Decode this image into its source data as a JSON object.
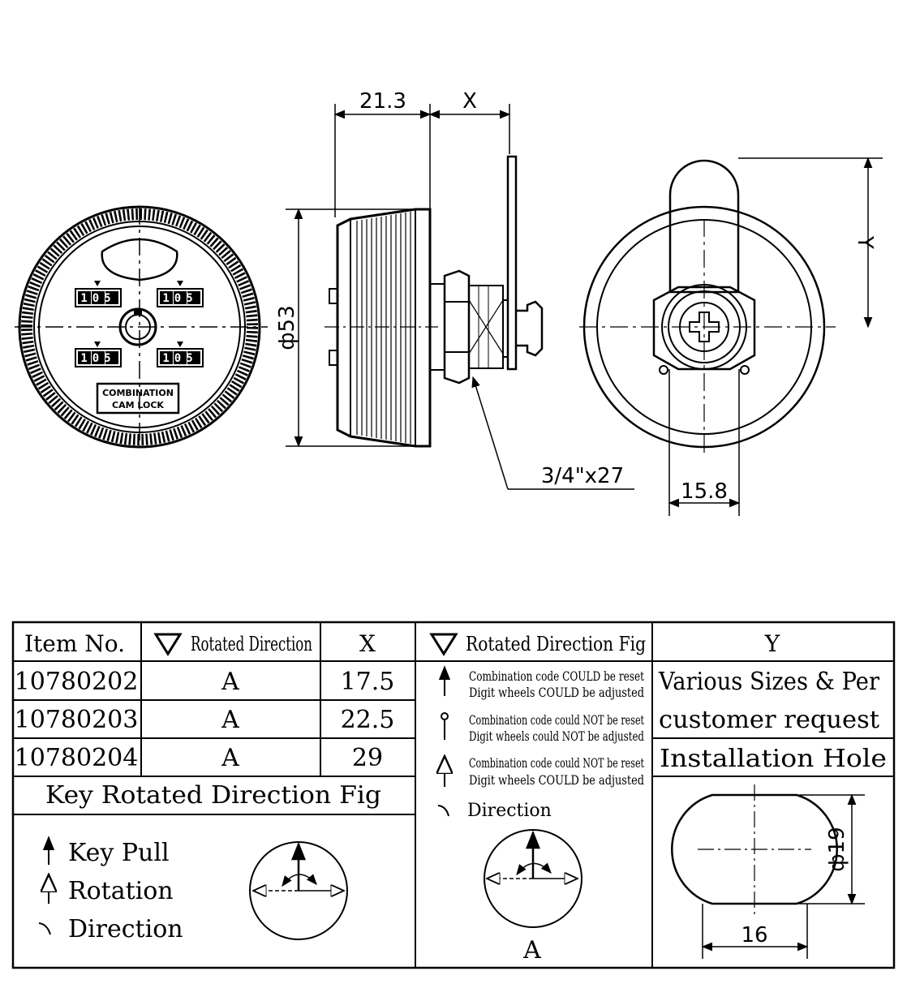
{
  "drawing": {
    "dim_21_3": "21.3",
    "dim_x": "X",
    "dim_53": "ф53",
    "dim_y": "Y",
    "dim_thread": "3/4\"x27",
    "dim_15_8": "15.8",
    "digit_wheels": [
      "105",
      "105",
      "105",
      "105"
    ],
    "face_label_line1": "COMBINATION",
    "face_label_line2": "CAM LOCK"
  },
  "table": {
    "headers": {
      "item_no": "Item No.",
      "rotated_direction": "Rotated Direction",
      "x": "X",
      "rotated_direction_fig": "Rotated Direction Fig",
      "y": "Y"
    },
    "rows": [
      {
        "item": "10780202",
        "dir": "A",
        "x": "17.5"
      },
      {
        "item": "10780203",
        "dir": "A",
        "x": "22.5"
      },
      {
        "item": "10780204",
        "dir": "A",
        "x": "29"
      }
    ],
    "y_value_line1": "Various Sizes & Per",
    "y_value_line2": "customer request",
    "installation_hole": "Installation Hole",
    "hole_dim_19": "ф19",
    "hole_dim_16": "16",
    "key_fig_title": "Key Rotated Direction Fig",
    "legend": {
      "key_pull": "Key Pull",
      "rotation": "Rotation",
      "direction": "Direction"
    },
    "notes": [
      {
        "line1": "Combination code COULD be reset",
        "line2": "Digit wheels COULD be adjusted"
      },
      {
        "line1": "Combination code could NOT be reset",
        "line2": "Digit wheels could NOT be adjusted"
      },
      {
        "line1": "Combination code could NOT be reset",
        "line2": "Digit wheels COULD be adjusted"
      }
    ],
    "direction_label": "Direction",
    "fig_a_label": "A"
  }
}
